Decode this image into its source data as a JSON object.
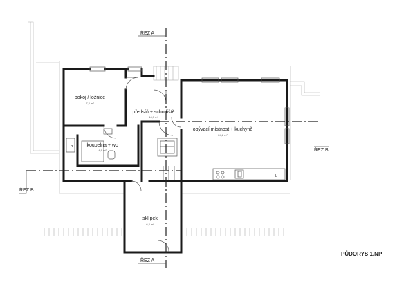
{
  "title": "PŮDORYS 1.NP",
  "sections": {
    "a_top": "ŘEZ A",
    "a_bottom": "ŘEZ A",
    "b_left": "ŘEZ B",
    "b_right": "ŘEZ B"
  },
  "rooms": {
    "bedroom": {
      "name": "pokoj / ložnice",
      "area": "7,2 m²"
    },
    "hall": {
      "name": "předsíň + schodiště",
      "area": "14,7 m²"
    },
    "living": {
      "name": "obývací místnost + kuchyně",
      "area": "24,8 m²"
    },
    "bathroom": {
      "name": "koupelna + wc",
      "area": "4,9 m²"
    },
    "cellar": {
      "name": "sklípek",
      "area": "6,2 m²"
    }
  },
  "fixtures": {
    "p_mark": "P",
    "l_mark": "L"
  }
}
